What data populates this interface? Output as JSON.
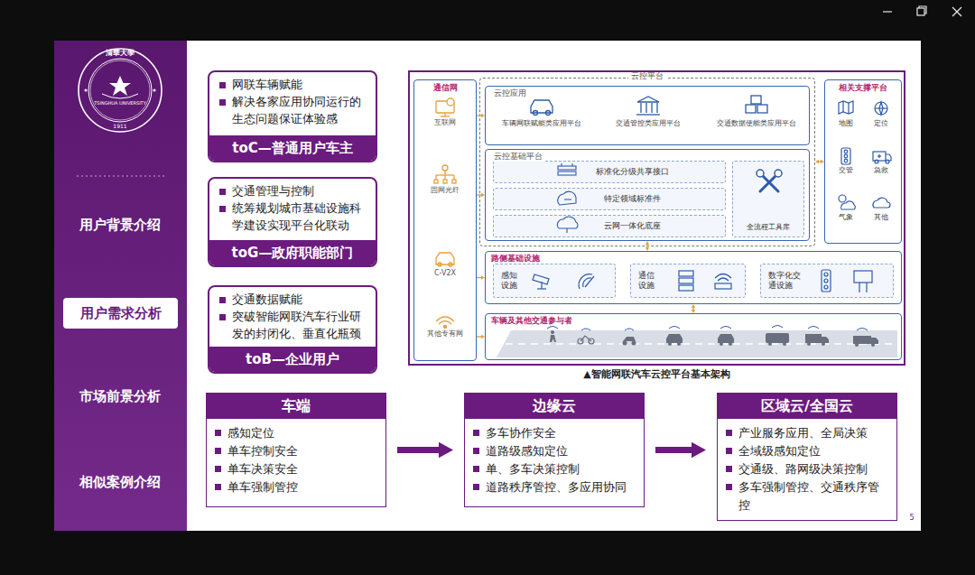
{
  "diagram": {
    "nodes": [
      {
        "text": [
          "用户需求分析"
        ]
      },
      {
        "text": [
          "网联车辆赋能",
          "解决各家应用协同运行的生态问题保证体验感",
          "toC—普通用户车主"
        ]
      },
      {
        "text": [
          "交通管理与控制",
          "统筹规划城市基础设施科学建设实现平台化联动",
          "toG—政府职能部门"
        ]
      },
      {
        "text": [
          "交通数据赋能",
          "突破智能网联汽车行业研发的封闭化、垂直化瓶颈",
          "toB—企业用户"
        ]
      },
      {
        "text": [
          "▲智能网联汽车云控平台基本架构"
        ]
      },
      {
        "text": [
          "通信网"
        ],
        "in": 4
      },
      {
        "text": [
          "云控平台"
        ],
        "in": 4
      },
      {
        "text": [
          "云控应用"
        ],
        "in": 6
      },
      {
        "text": [
          "云控基础平台"
        ],
        "in": 6
      },
      {
        "text": [
          "标准化分级共享接口"
        ],
        "in": 8
      },
      {
        "text": [
          "特定领域标准件"
        ],
        "in": 8
      },
      {
        "text": [
          "云网一体化底座"
        ],
        "in": 8
      },
      {
        "text": [
          "全流程工具库"
        ],
        "in": 8
      },
      {
        "text": [
          "相关支撑平台"
        ],
        "in": 4
      },
      {
        "text": [
          "路侧基础设施"
        ],
        "in": 4
      },
      {
        "text": [
          "感知设施"
        ],
        "in": 14
      },
      {
        "text": [
          "通信设施"
        ],
        "in": 14
      },
      {
        "text": [
          "数字化交通设施"
        ],
        "in": 14
      },
      {
        "text": [
          "车辆及其他交通参与者"
        ],
        "in": 4
      },
      {
        "text": [
          "车端",
          "感知定位",
          "单车控制安全",
          "单车决策安全",
          "单车强制管控"
        ]
      },
      {
        "text": [
          "边缘云",
          "多车协作安全",
          "道路级感知定位",
          "单、多车决策控制",
          "道路秩序管控、多应用协同"
        ]
      },
      {
        "text": [
          "区域云/全国云",
          "产业服务应用、全局决策",
          "全域级感知定位",
          "交通级、路网级决策控制",
          "多车强制管控、交通秩序管控"
        ]
      }
    ],
    "edges": [
      {
        "from": 5,
        "to": 7,
        "arrow": "to"
      },
      {
        "from": 5,
        "to": 8,
        "arrow": "to"
      },
      {
        "from": 5,
        "to": 14,
        "arrow": "to"
      },
      {
        "from": 5,
        "to": 18,
        "arrow": "to"
      },
      {
        "from": 6,
        "to": 13,
        "arrow": "both"
      },
      {
        "from": 8,
        "to": 14,
        "arrow": "both"
      },
      {
        "from": 14,
        "to": 18,
        "arrow": "both"
      },
      {
        "from": 19,
        "to": 20,
        "arrow": "to"
      },
      {
        "from": 20,
        "to": 21,
        "arrow": "to"
      }
    ],
    "labels": [
      "清華大學",
      "TSINGHUA UNIVERSITY",
      "1911",
      "用户背景介绍",
      "市场前景分析",
      "相似案例介绍",
      "互联网",
      "固网光纤",
      "C-V2X",
      "其他专有网",
      "车辆网联赋能类应用平台",
      "交通管控类应用平台",
      "交通数据使能类应用平台",
      "地图",
      "定位",
      "交管",
      "急救",
      "气象",
      "其他",
      "5"
    ]
  }
}
